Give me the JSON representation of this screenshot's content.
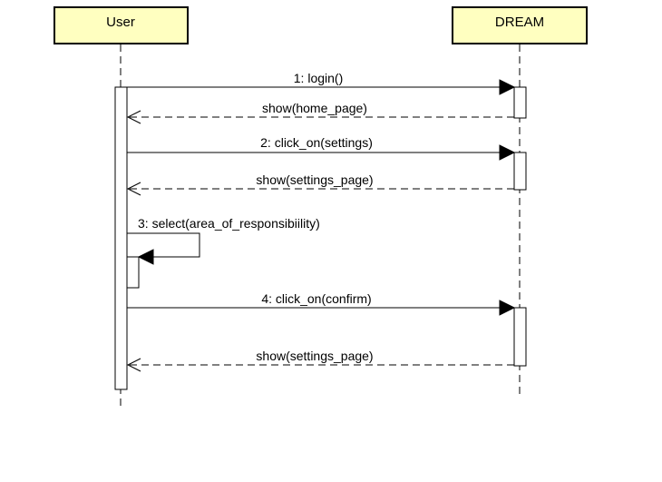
{
  "participants": {
    "user": {
      "label": "User"
    },
    "dream": {
      "label": "DREAM"
    }
  },
  "messages": {
    "login": {
      "label": "1: login()"
    },
    "show_home": {
      "label": "show(home_page)"
    },
    "click_settings": {
      "label": "2: click_on(settings)"
    },
    "show_settings_1": {
      "label": "show(settings_page)"
    },
    "select_area": {
      "label": "3: select(area_of_responsibiility)"
    },
    "click_confirm": {
      "label": "4: click_on(confirm)"
    },
    "show_settings_2": {
      "label": "show(settings_page)"
    }
  },
  "colors": {
    "participant_fill": "#ffffc0",
    "line": "#000000"
  }
}
